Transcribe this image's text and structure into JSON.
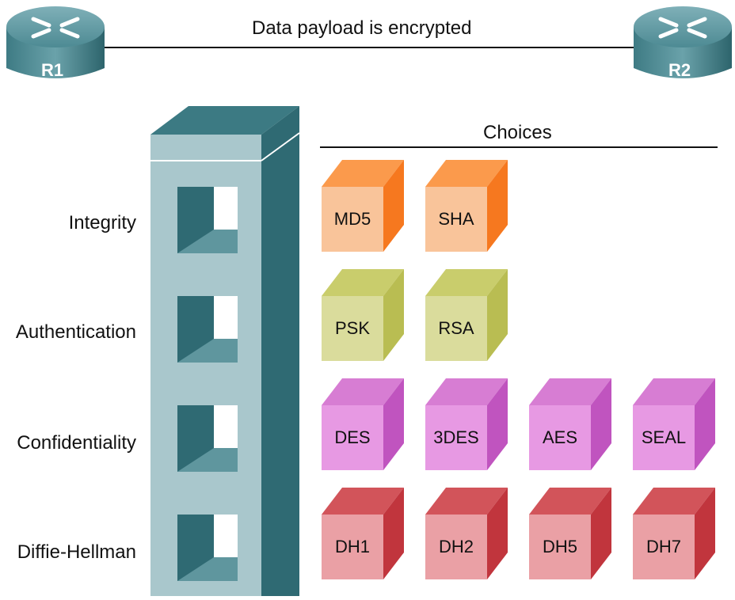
{
  "diagram": {
    "link_label": "Data payload is encrypted",
    "choices_heading": "Choices",
    "routers": [
      {
        "name": "R1"
      },
      {
        "name": "R2"
      }
    ],
    "rows": [
      {
        "label": "Integrity",
        "color": "orange",
        "options": [
          "MD5",
          "SHA"
        ]
      },
      {
        "label": "Authentication",
        "color": "olive",
        "options": [
          "PSK",
          "RSA"
        ]
      },
      {
        "label": "Confidentiality",
        "color": "magenta",
        "options": [
          "DES",
          "3DES",
          "AES",
          "SEAL"
        ]
      },
      {
        "label": "Diffie-Hellman",
        "color": "red",
        "options": [
          "DH1",
          "DH2",
          "DH5",
          "DH7"
        ]
      }
    ],
    "colors": {
      "orange": {
        "front": "#f9c49a",
        "top": "#fb9a4c",
        "side": "#f6781f"
      },
      "olive": {
        "front": "#dadc9c",
        "top": "#c9cd6c",
        "side": "#b9bd52"
      },
      "magenta": {
        "front": "#e799e3",
        "top": "#d77dd3",
        "side": "#c054bf"
      },
      "red": {
        "front": "#eaa0a5",
        "top": "#d2545a",
        "side": "#c1353d"
      },
      "tower_front": "#a9c7cc",
      "tower_side": "#2f6a73",
      "tower_top": "#3c7a83"
    }
  }
}
